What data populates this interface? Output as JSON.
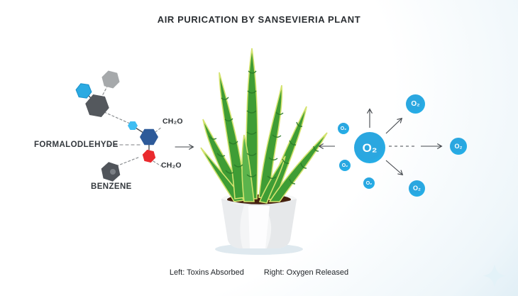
{
  "title": "AIR PURICATION BY SANSEVIERIA PLANT",
  "molecules": {
    "formaldehyde_label": "FORMALODLEHYDE",
    "benzene_label": "BENZENE",
    "ch2o_top": "CH₂O",
    "ch2o_bottom": "CH₂O"
  },
  "oxygen": {
    "bubbles": [
      {
        "label": "O₂",
        "size": "large"
      },
      {
        "label": "O₂",
        "size": "small"
      },
      {
        "label": "O₂",
        "size": "small"
      },
      {
        "label": "O₂",
        "size": "small"
      },
      {
        "label": "O₂",
        "size": "medium"
      },
      {
        "label": "O₂",
        "size": "medium"
      },
      {
        "label": "O₂",
        "size": "medium"
      }
    ]
  },
  "caption": {
    "left": "Left: Toxins Absorbed",
    "right": "Right: Oxygen Released"
  },
  "icons": {
    "sparkle": "four-point-star",
    "arrows": "thin-gray-arrows",
    "toxin_shapes": "hexagons"
  },
  "colors": {
    "background_tint": "#b4d8e9",
    "bubble_blue": "#2ba7e0",
    "leaf_green": "#3f9d35",
    "leaf_edge_yellow": "#d4e36f",
    "leaf_band_dark": "#2b7b28",
    "navy_hexagon": "#2d5a99",
    "red_hexagon": "#ea2a2e",
    "cyan_hexagon": "#2baae2",
    "gray_hexagon": "#54585d",
    "pot_white": "#f4f5f6",
    "soil_brown": "#45200f",
    "arrow_gray": "#44484d",
    "text_dark": "#2b2f33"
  }
}
